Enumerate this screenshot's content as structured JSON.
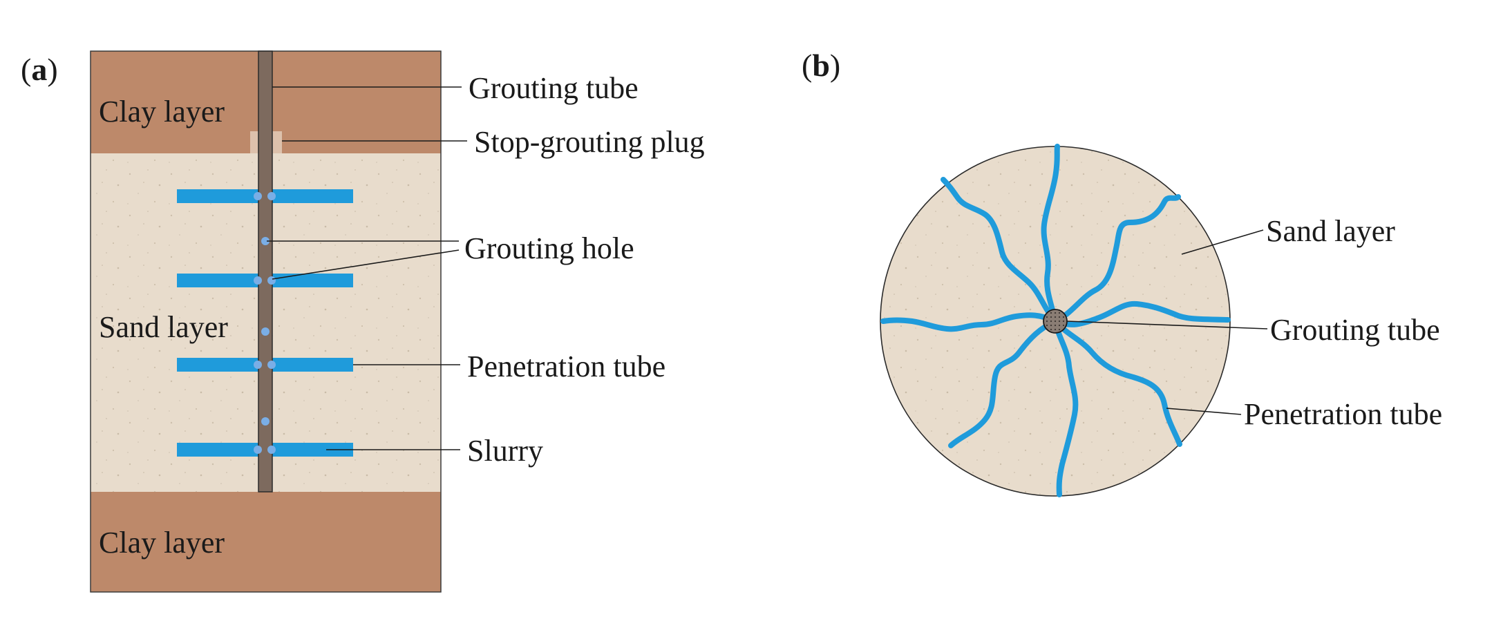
{
  "panel_a": {
    "label_open": "(",
    "label_letter": "a",
    "label_close": ")",
    "top_clay": "Clay layer",
    "sand": "Sand layer",
    "bottom_clay": "Clay layer",
    "callouts": {
      "grouting_tube": "Grouting tube",
      "stop_plug": "Stop-grouting plug",
      "grouting_hole": "Grouting hole",
      "penetration_tube": "Penetration tube",
      "slurry": "Slurry"
    }
  },
  "panel_b": {
    "label_open": "(",
    "label_letter": "b",
    "label_close": ")",
    "callouts": {
      "sand_layer": "Sand layer",
      "grouting_tube": "Grouting tube",
      "penetration_tube": "Penetration tube"
    }
  },
  "colors": {
    "clay": "#bd896a",
    "sand": "#e8dccc",
    "tube": "#7d6a5e",
    "penetration": "#1f9bdb",
    "hole": "#7aaee6"
  }
}
